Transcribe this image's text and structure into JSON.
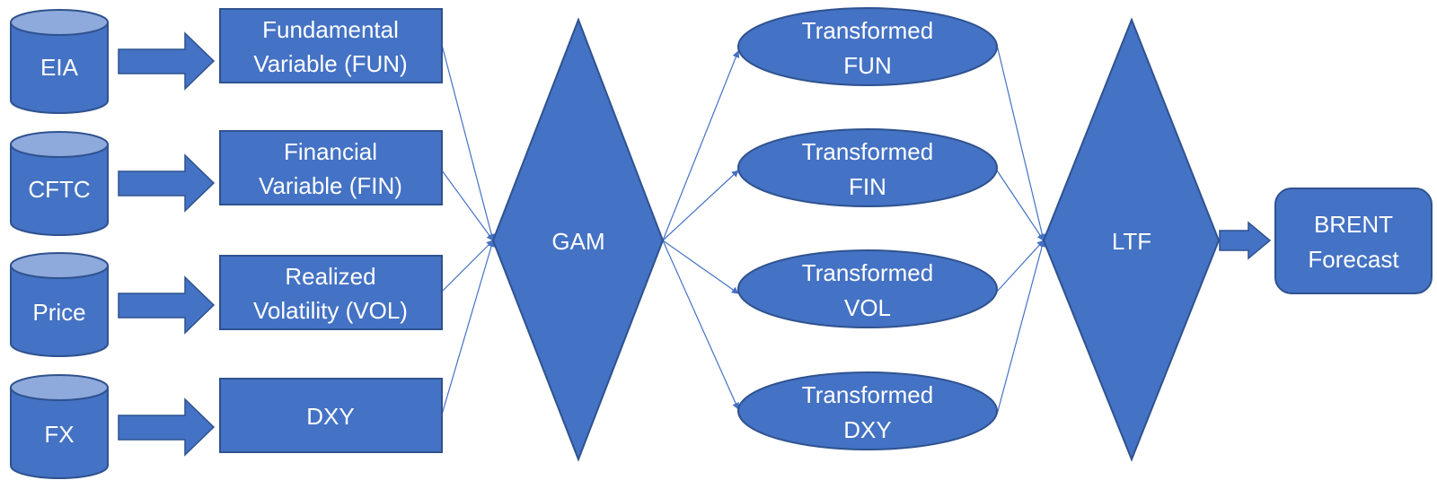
{
  "colors": {
    "fill": "#4472C4",
    "fill_top": "#8EA9DB",
    "stroke": "#2F528F",
    "connector": "#4472C4",
    "text": "#FFFFFF"
  },
  "sources": [
    {
      "label": "EIA"
    },
    {
      "label": "CFTC"
    },
    {
      "label": "Price"
    },
    {
      "label": "FX"
    }
  ],
  "variables": [
    {
      "lines": [
        "Fundamental",
        "Variable (FUN)"
      ]
    },
    {
      "lines": [
        "Financial",
        "Variable (FIN)"
      ]
    },
    {
      "lines": [
        "Realized",
        "Volatility (VOL)"
      ]
    },
    {
      "lines": [
        "DXY"
      ]
    }
  ],
  "gam": {
    "label": "GAM"
  },
  "transformed": [
    {
      "lines": [
        "Transformed",
        "FUN"
      ]
    },
    {
      "lines": [
        "Transformed",
        "FIN"
      ]
    },
    {
      "lines": [
        "Transformed",
        "VOL"
      ]
    },
    {
      "lines": [
        "Transformed",
        "DXY"
      ]
    }
  ],
  "ltf": {
    "label": "LTF"
  },
  "output": {
    "lines": [
      "BRENT",
      "Forecast"
    ]
  }
}
